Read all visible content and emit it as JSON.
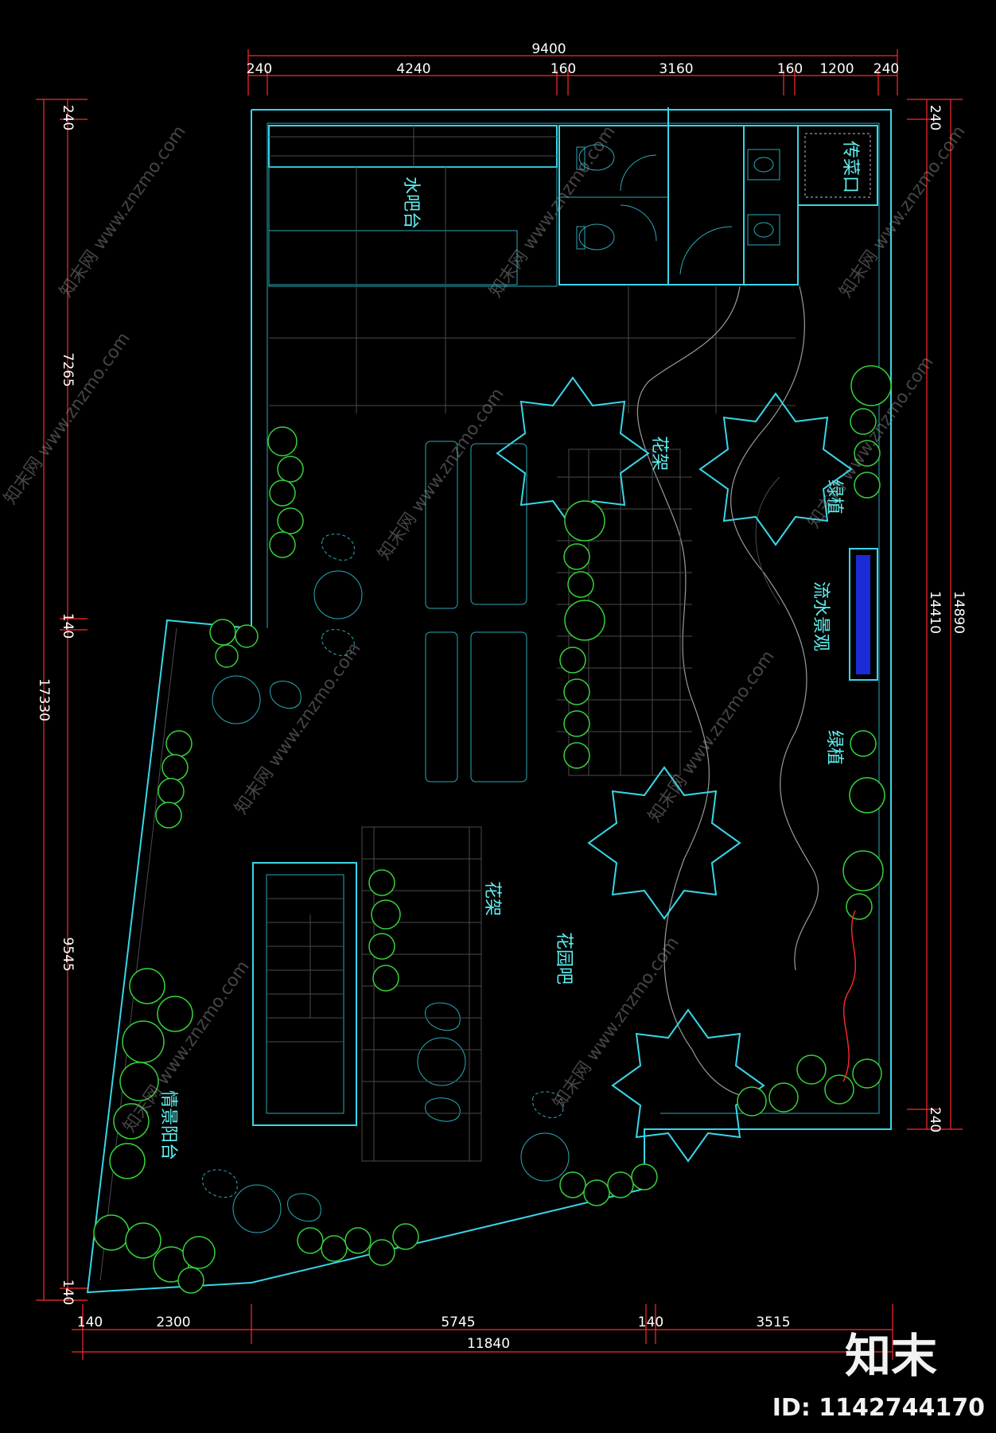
{
  "drawing": {
    "dims_top": {
      "overall": "9400",
      "segments": [
        "240",
        "4240",
        "160",
        "3160",
        "160",
        "1200",
        "240"
      ]
    },
    "dims_bottom": {
      "overall": "11840",
      "segments": [
        "140",
        "2300",
        "5745",
        "140",
        "3515"
      ]
    },
    "dims_left": {
      "overall": "17330",
      "segments": [
        "240",
        "7265",
        "140",
        "9545",
        "140"
      ]
    },
    "dims_right": {
      "overall": "14890",
      "inner": "14410",
      "segments": [
        "240",
        "240"
      ]
    },
    "rooms": {
      "water_bar": "水吧台",
      "pass_window": "传菜口",
      "flower_rack_1": "花架",
      "flower_rack_2": "花架",
      "green_plant_1": "绿植",
      "green_plant_2": "绿植",
      "water_feature": "流水景观",
      "garden_bar": "花园吧",
      "balcony": "情景阳台"
    }
  },
  "watermark": {
    "site": "znzmo.com",
    "site_full": "知末网 www.znzmo.com",
    "logo": "知末",
    "id_label": "ID: 1142744170"
  },
  "colors": {
    "background": "#000000",
    "dimension": "#ff2a2a",
    "wall": "#38d6e8",
    "plants": "#35d13a",
    "text": "#5ef0f0"
  }
}
